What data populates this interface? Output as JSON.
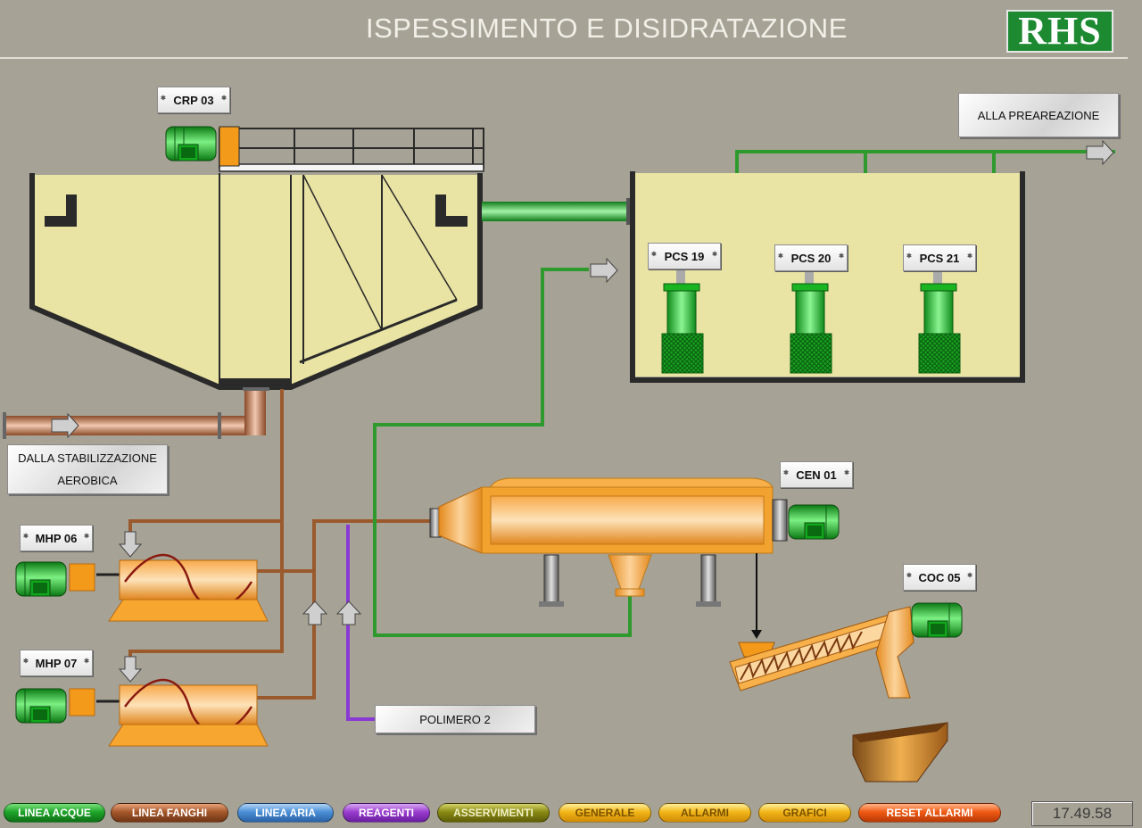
{
  "header": {
    "title": "ISPESSIMENTO E DISIDRATAZIONE",
    "logo": "RHS"
  },
  "tags": {
    "crp03": "CRP 03",
    "pcs19": "PCS 19",
    "pcs20": "PCS 20",
    "pcs21": "PCS 21",
    "cen01": "CEN 01",
    "coc05": "COC 05",
    "mhp06": "MHP 06",
    "mhp07": "MHP 07"
  },
  "plates": {
    "preareazione": "ALLA PREAREAZIONE",
    "stabilizzazione_1": "DALLA STABILIZZAZIONE",
    "stabilizzazione_2": "AEROBICA",
    "polimero": "POLIMERO 2"
  },
  "nav": {
    "linea_acque": "LINEA ACQUE",
    "linea_fanghi": "LINEA FANGHI",
    "linea_aria": "LINEA ARIA",
    "reagenti": "REAGENTI",
    "asservimenti": "ASSERVIMENTI",
    "generale": "GENERALE",
    "allarmi": "ALLARMI",
    "grafici": "GRAFICI",
    "reset_allarmi": "RESET ALLARMI"
  },
  "nav_colors": {
    "linea_acque": "#1fa52a",
    "linea_fanghi": "#a5582a",
    "linea_aria": "#4a8fd6",
    "reagenti": "#9a3ccf",
    "asservimenti": "#8a8a14",
    "generale": "#f2b619",
    "allarmi": "#f2b619",
    "grafici": "#f2b619",
    "reset_allarmi": "#f05a14"
  },
  "clock": "17.49.58",
  "colors": {
    "water_line": "#2e9a2e",
    "sludge_line": "#9a5a2e",
    "reagent_line": "#8a3ad4",
    "tank_fill": "#e9e4a4",
    "machine_orange": "#f5a623",
    "motor_green": "#1fd12a"
  },
  "icons": [
    "motor-icon",
    "pump-icon",
    "arrow-right-icon",
    "arrow-up-icon",
    "arrow-down-icon"
  ]
}
